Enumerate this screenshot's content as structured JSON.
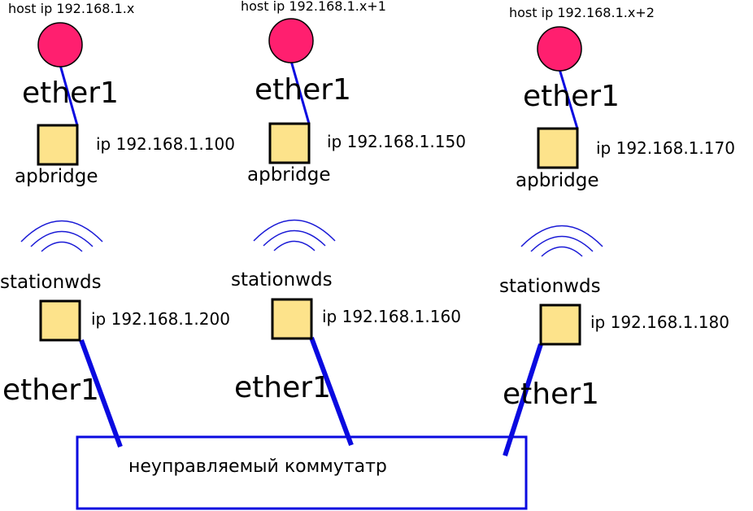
{
  "nodes": [
    {
      "host_label": "host ip 192.168.1.x",
      "ap_iface": "ether1",
      "ap_name": "apbridge",
      "ap_ip": "ip 192.168.1.100",
      "station_name": "stationwds",
      "station_ip": "ip 192.168.1.200",
      "station_iface": "ether1"
    },
    {
      "host_label": "host ip 192.168.1.x+1",
      "ap_iface": "ether1",
      "ap_name": "apbridge",
      "ap_ip": "ip 192.168.1.150",
      "station_name": "stationwds",
      "station_ip": "ip 192.168.1.160",
      "station_iface": "ether1"
    },
    {
      "host_label": "host ip 192.168.1.x+2",
      "ap_iface": "ether1",
      "ap_name": "apbridge",
      "ap_ip": "ip 192.168.1.170",
      "station_name": "stationwds",
      "station_ip": "ip 192.168.1.180",
      "station_iface": "ether1"
    }
  ],
  "switch": {
    "label": "неуправляемый коммутатр"
  },
  "colors": {
    "host": "#ff1f6f",
    "device_fill": "#fde38b",
    "link": "#0a0ae0",
    "wireless": "#1a1ad6"
  }
}
